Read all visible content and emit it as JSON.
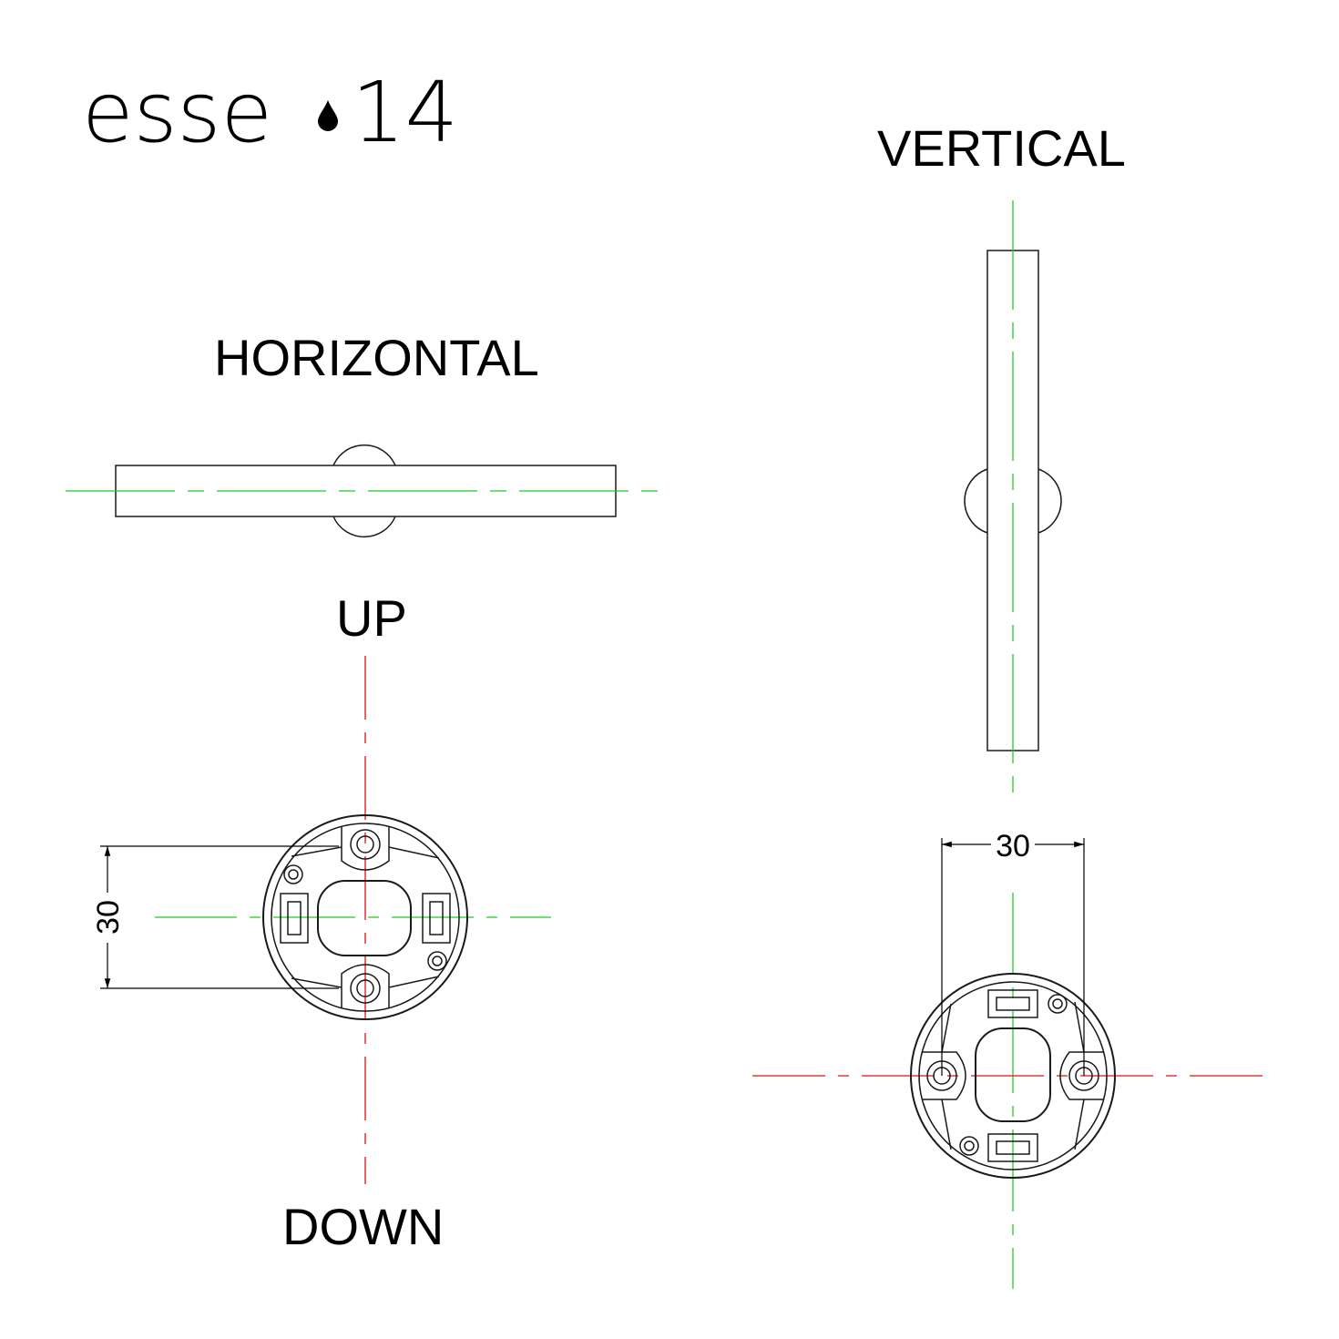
{
  "brand": {
    "word": "esse",
    "number": "14",
    "drop_icon": "water-drop-icon"
  },
  "labels": {
    "horizontal": "HORIZONTAL",
    "vertical": "VERTICAL",
    "up": "UP",
    "down": "DOWN"
  },
  "dimensions": {
    "left_base": "30",
    "right_base": "30"
  },
  "colors": {
    "outline": "#1a1a1a",
    "center_line_green": "#22cc22",
    "center_line_red": "#e01010"
  }
}
